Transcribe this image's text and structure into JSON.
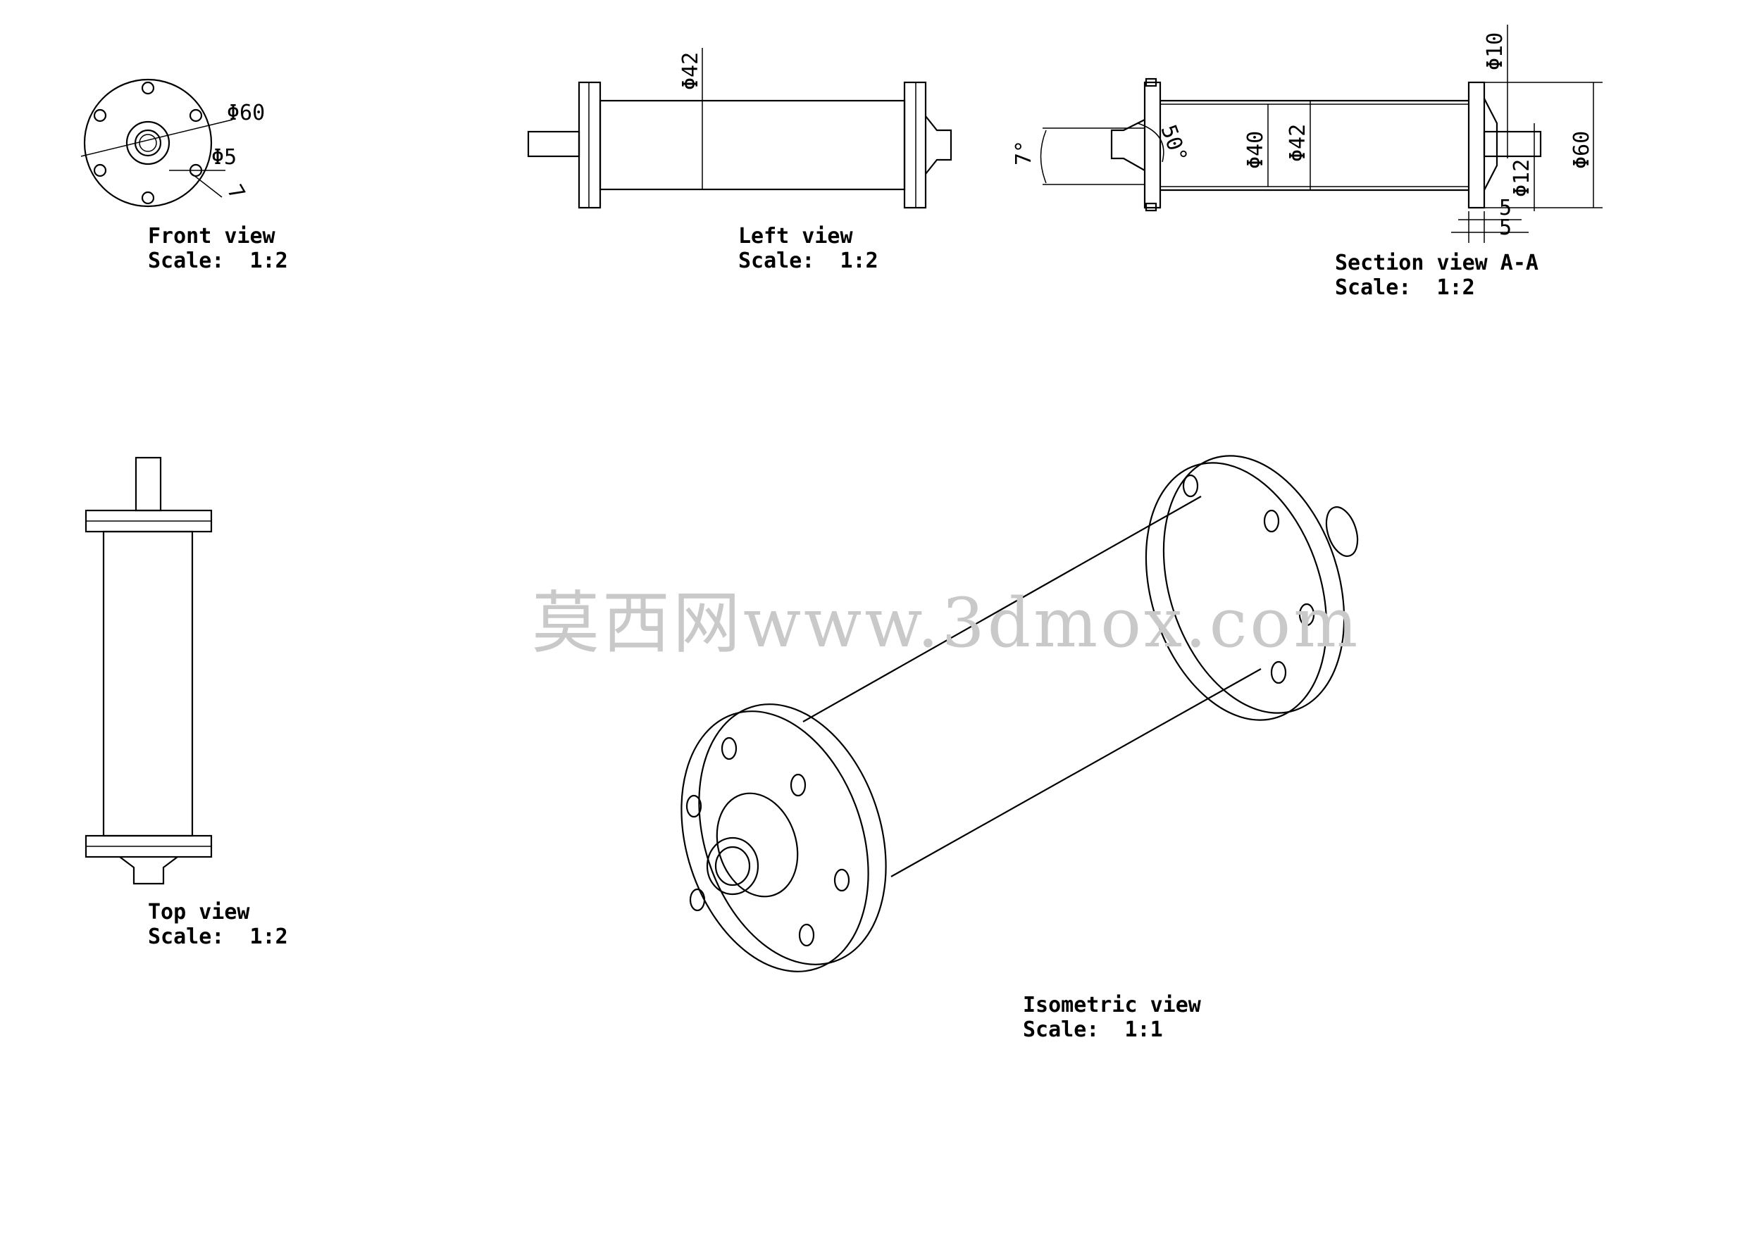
{
  "views": {
    "front": {
      "caption": "Front view",
      "scale": "Scale:  1:2",
      "dims": {
        "outer_dia": "Φ60",
        "hole_dia": "Φ5",
        "hole_pcd": "7"
      }
    },
    "left": {
      "caption": "Left view",
      "scale": "Scale:  1:2",
      "dims": {
        "body_dia": "Φ42"
      }
    },
    "section": {
      "caption": "Section view A-A",
      "scale": "Scale:  1:2",
      "dims": {
        "angle_small": "7°",
        "angle_large": "50°",
        "inner_dia": "Φ40",
        "body_dia": "Φ42",
        "outlet_dia": "Φ10",
        "flange_dia": "Φ60",
        "boss_dia": "Φ12",
        "flange_thk_a": "5",
        "flange_thk_b": "5"
      }
    },
    "top": {
      "caption": "Top view",
      "scale": "Scale:  1:2"
    },
    "isometric": {
      "caption": "Isometric view",
      "scale": "Scale:  1:1"
    }
  },
  "watermark": "莫西网www.3dmox.com"
}
